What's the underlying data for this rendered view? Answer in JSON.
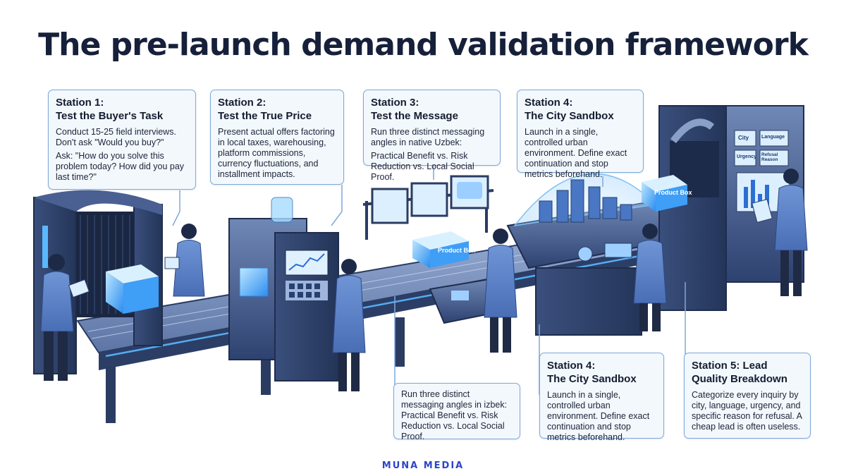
{
  "title": "The pre-launch demand validation framework",
  "stations": [
    {
      "heading_line1": "Station 1:",
      "heading_line2": "Test the Buyer's Task",
      "body_1": "Conduct 15-25 field interviews. Don't ask \"Would you buy?\"",
      "body_2": "Ask: \"How do you solve this problem today? How did you pay last time?\""
    },
    {
      "heading": "Station 2:",
      "heading_line2": "Test the True Price",
      "body_1": "Present actual offers factoring in local taxes, warehousing, platform commissions, currency fluctuations, and installment impacts."
    },
    {
      "heading": "Station 3:",
      "heading_line2": "Test the Message",
      "body_1": "Run three distinct messaging angles in native Uzbek:",
      "body_2": "Practical Benefit vs. Risk Reduction vs. Local Social Proof."
    },
    {
      "heading": "Station 4:",
      "heading_line2": "The City Sandbox",
      "body_1": "Launch in a single, controlled urban environment. Define exact continuation and stop metrics beforehand."
    }
  ],
  "lower_callouts": {
    "message_repeat": "Run three distinct messaging angles in izbek: Practical Benefit vs. Risk Reduction vs. Local Social Proof.",
    "sandbox_heading_1": "Station 4:",
    "sandbox_heading_2": "The City Sandbox",
    "sandbox_body": "Launch in a single, controlled urban environment. Define exact continuation and stop metrics beforehand.",
    "lead_heading_1": "Station 5: Lead",
    "lead_heading_2": "Quality Breakdown",
    "lead_body": "Categorize every inquiry by city, language, urgency, and specific reason for refusal. A cheap lead is often useless."
  },
  "scene_labels": {
    "product_box": "Product Box",
    "product_box_2": "Product Box",
    "tag_city": "City",
    "tag_language": "Language",
    "tag_urgency": "Urgency",
    "tag_refusal": "Refusal Reason"
  },
  "footer": "MUNA MEDIA",
  "colors": {
    "title": "#16203a",
    "callout_border": "#7ea9d8",
    "callout_bg": "#f3f8fd",
    "machine": "#3c5383",
    "glow": "#5ab8ff",
    "brand": "#2b46c8"
  }
}
